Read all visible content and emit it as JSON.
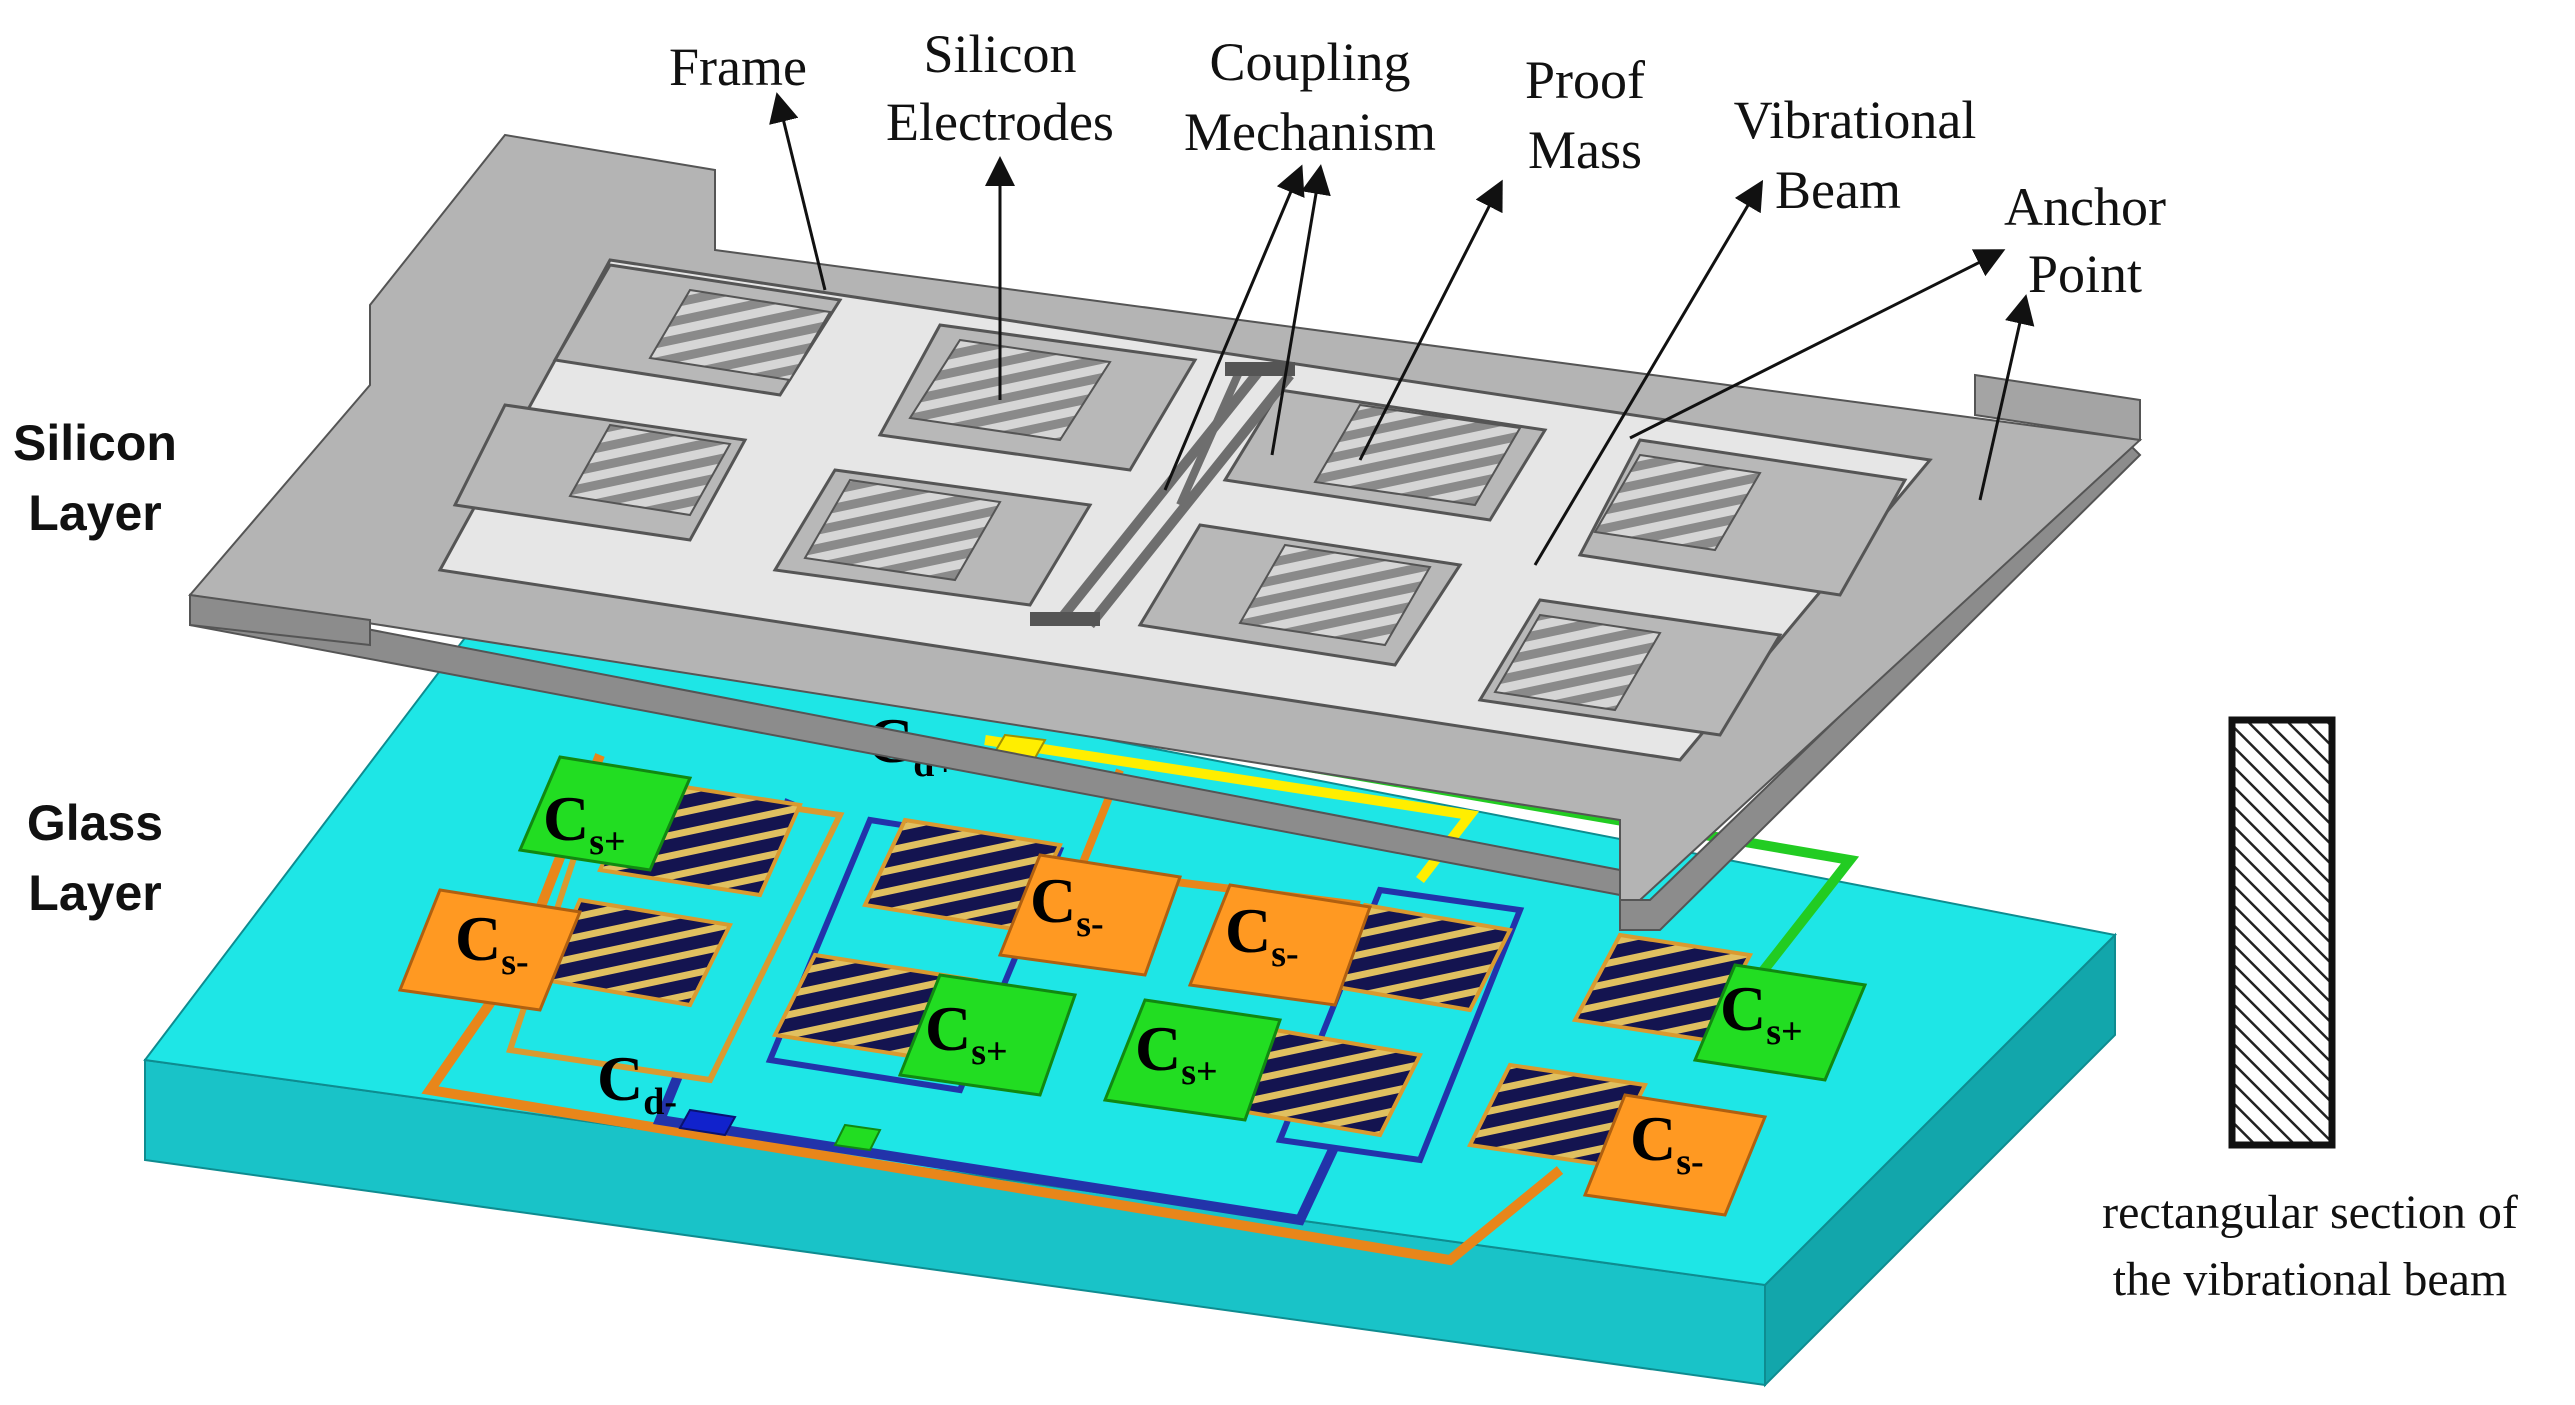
{
  "layer_labels": {
    "silicon": [
      "Silicon",
      "Layer"
    ],
    "glass": [
      "Glass",
      "Layer"
    ]
  },
  "callouts": {
    "frame": [
      "Frame"
    ],
    "silicon_electrodes": [
      "Silicon",
      "Electrodes"
    ],
    "coupling_mechanism": [
      "Coupling",
      "Mechanism"
    ],
    "proof_mass": [
      "Proof",
      "Mass"
    ],
    "vibrational_beam": [
      "Vibrational",
      "Beam"
    ],
    "anchor_point": [
      "Anchor",
      "Point"
    ]
  },
  "capacitor_labels": {
    "cd_plus": {
      "main": "C",
      "sub": "d+"
    },
    "cd_minus": {
      "main": "C",
      "sub": "d-"
    },
    "cs_plus_1": {
      "main": "C",
      "sub": "s+"
    },
    "cs_plus_2": {
      "main": "C",
      "sub": "s+"
    },
    "cs_plus_3": {
      "main": "C",
      "sub": "s+"
    },
    "cs_plus_4": {
      "main": "C",
      "sub": "s+"
    },
    "cs_minus_1": {
      "main": "C",
      "sub": "s-"
    },
    "cs_minus_2": {
      "main": "C",
      "sub": "s-"
    },
    "cs_minus_3": {
      "main": "C",
      "sub": "s-"
    },
    "cs_minus_4": {
      "main": "C",
      "sub": "s-"
    }
  },
  "section_caption": [
    "rectangular section of",
    "the vibrational beam"
  ],
  "colors": {
    "silicon_top": "#b4b4b4",
    "silicon_side": "#8c8c8c",
    "silicon_dark": "#6e6e6e",
    "glass_top": "#1ee6e6",
    "glass_side": "#19c3c8",
    "cs_plus": "#22dd22",
    "cs_minus": "#ff9922",
    "cd_plus": "#ffee00",
    "cd_minus": "#1122cc",
    "electrode_stripe": "#141450",
    "trace_orange": "#e8861a",
    "trace_blue": "#2233aa"
  }
}
